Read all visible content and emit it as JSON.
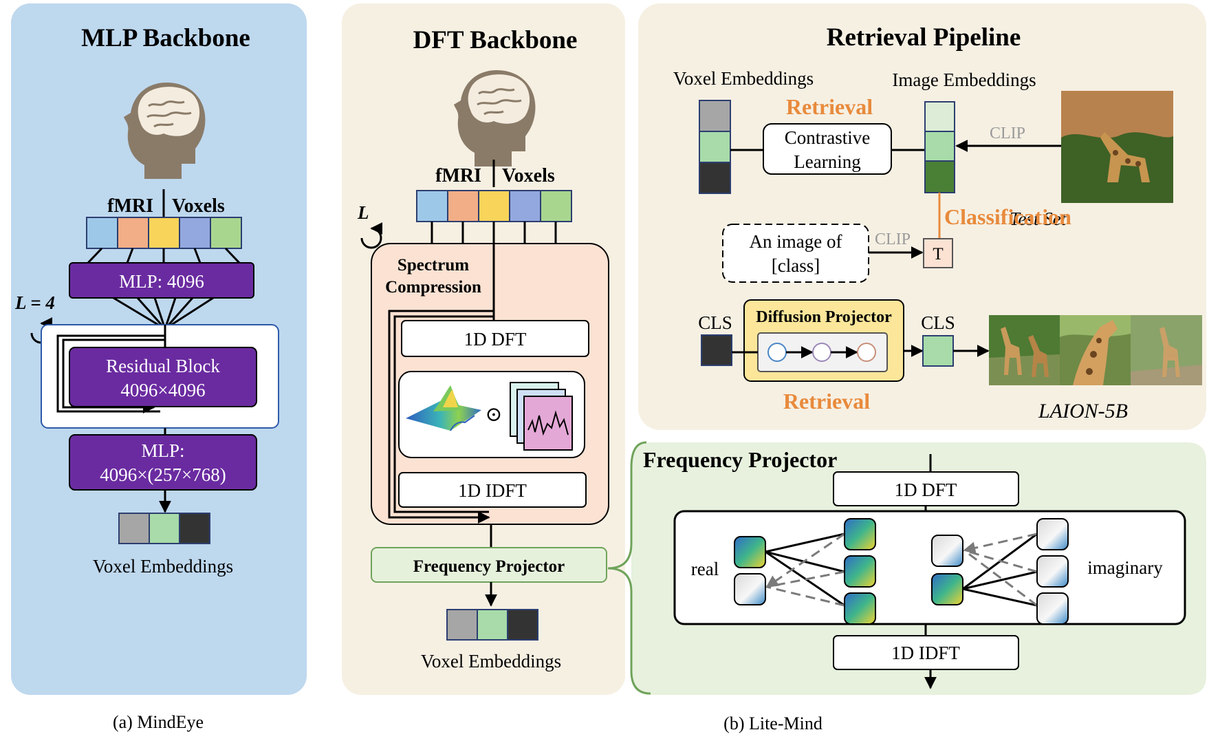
{
  "mlp": {
    "title": "MLP Backbone",
    "fmri": "fMRI",
    "voxels": "Voxels",
    "mlp1": "MLP: 4096",
    "loop": "L = 4",
    "res1": "Residual Block",
    "res2": "4096×4096",
    "mlp2a": "MLP:",
    "mlp2b": "4096×(257×768)",
    "emb": "Voxel Embeddings",
    "caption": "(a) MindEye"
  },
  "dft": {
    "title": "DFT Backbone",
    "fmri": "fMRI",
    "voxels": "Voxels",
    "loop": "L",
    "spec1": "Spectrum",
    "spec2": "Compression",
    "dft": "1D DFT",
    "odot": "⊙",
    "idft": "1D IDFT",
    "fp": "Frequency Projector",
    "emb": "Voxel Embeddings"
  },
  "ret": {
    "title": "Retrieval Pipeline",
    "voxel_emb": "Voxel Embeddings",
    "image_emb": "Image Embeddings",
    "retrieval1": "Retrieval",
    "cl1": "Contrastive",
    "cl2": "Learning",
    "clip1": "CLIP",
    "classification": "Classification",
    "testset": "Test Set",
    "prompt1": "An image of",
    "prompt2": "[class]",
    "clip2": "CLIP",
    "t": "T",
    "cls1": "CLS",
    "diff": "Diffusion Projector",
    "cls2": "CLS",
    "retrieval2": "Retrieval",
    "laion": "LAION-5B"
  },
  "fp": {
    "title": "Frequency Projector",
    "dft": "1D DFT",
    "real": "real",
    "imag": "imaginary",
    "idft": "1D IDFT"
  },
  "caption_b": "(b) Lite-Mind",
  "colors": {
    "panel_blue": "#bed8ee",
    "panel_beige": "#f6f0e3",
    "panel_green": "#e7f1de",
    "purple": "#6a2ba0",
    "orange": "#e88a3c",
    "voxel": [
      "#9ec8e8",
      "#f2ae86",
      "#f8d45a",
      "#93a8de",
      "#a9d68f"
    ],
    "emb": [
      "#a6a6a6",
      "#a8dba9",
      "#333333"
    ]
  }
}
